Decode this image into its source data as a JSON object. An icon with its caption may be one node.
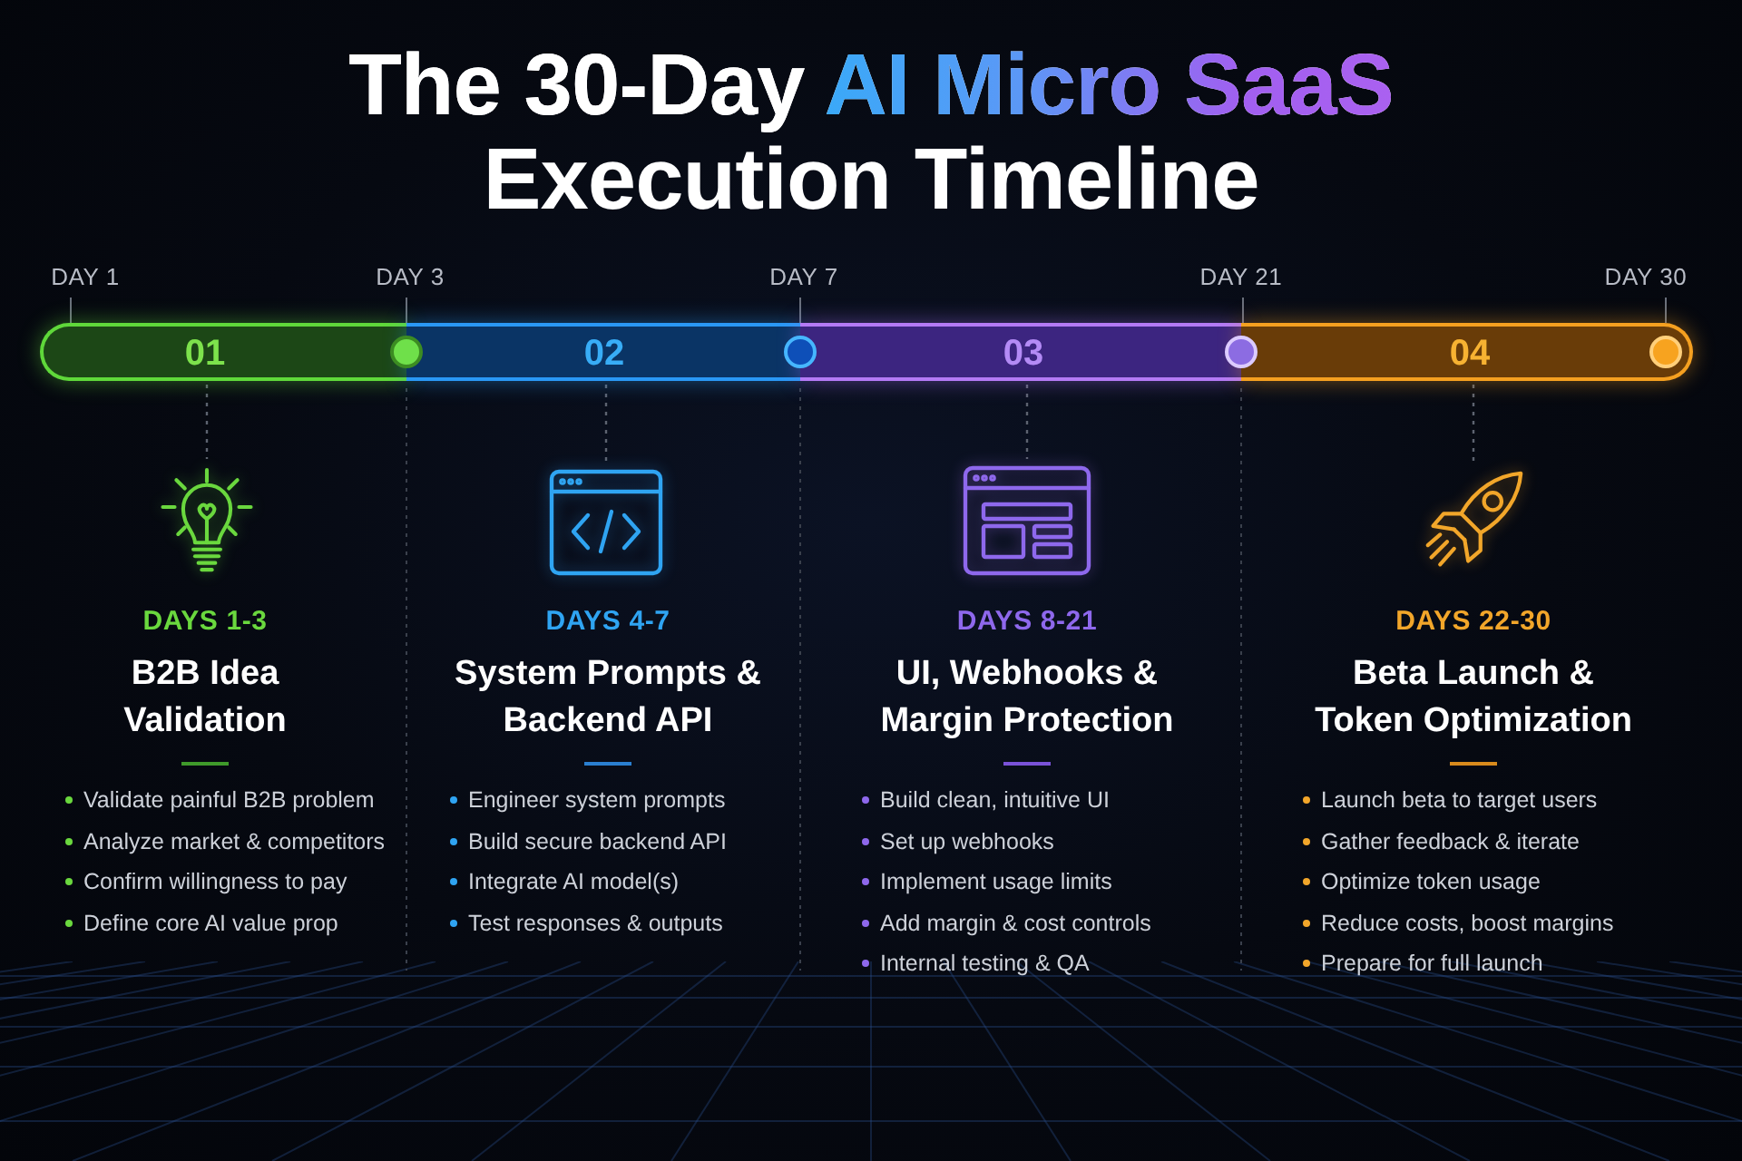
{
  "diagram": {
    "title": "The 30-Day AI Micro SaaS Execution Timeline",
    "nodes": [
      {
        "text": [
          "01"
        ],
        "beside": [
          "DAY 1",
          "DAY 3"
        ]
      },
      {
        "text": [
          "02"
        ],
        "beside": [
          "DAY 7"
        ]
      },
      {
        "text": [
          "03"
        ],
        "beside": [
          "DAY 21"
        ]
      },
      {
        "text": [
          "04"
        ],
        "beside": [
          "DAY 30"
        ]
      },
      {
        "text": [],
        "shape": "picture",
        "beside": [
          "DAYS 1-3",
          "B2B Idea Validation",
          "Validate painful B2B problem",
          "Analyze market & competitors",
          "Confirm willingness to pay",
          "Define core AI value prop"
        ]
      },
      {
        "text": [],
        "shape": "picture",
        "beside": [
          "DAYS 4-7",
          "System Prompts & Backend API",
          "Engineer system prompts",
          "Build secure backend API",
          "Integrate AI model(s)",
          "Test responses & outputs"
        ]
      },
      {
        "text": [],
        "shape": "picture",
        "beside": [
          "DAYS 8-21",
          "UI, Webhooks & Margin Protection",
          "Build clean, intuitive UI",
          "Set up webhooks",
          "Implement usage limits",
          "Add margin & cost controls",
          "Internal testing & QA"
        ]
      },
      {
        "text": [],
        "shape": "picture",
        "beside": [
          "DAYS 22-30",
          "Beta Launch & Token Optimization",
          "Launch beta to target users",
          "Gather feedback & iterate",
          "Optimize token usage",
          "Reduce costs, boost margins",
          "Prepare for full launch"
        ]
      }
    ],
    "edges": [
      {
        "from": 0,
        "to": 4,
        "arrow": "none",
        "style": "dashed"
      },
      {
        "from": 1,
        "to": 5,
        "arrow": "none",
        "style": "dashed"
      },
      {
        "from": 2,
        "to": 6,
        "arrow": "none",
        "style": "dashed"
      },
      {
        "from": 3,
        "to": 7,
        "arrow": "none",
        "style": "dashed"
      }
    ]
  }
}
